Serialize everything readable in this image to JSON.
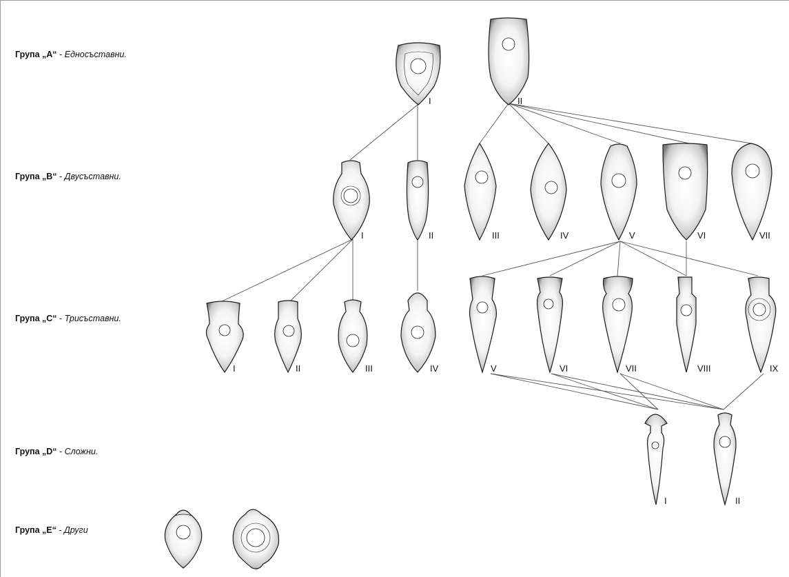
{
  "groups": {
    "a": {
      "name": "Група „A“",
      "sep": " - ",
      "desc": "Едносъставни."
    },
    "b": {
      "name": "Група „B“",
      "sep": " - ",
      "desc": "Двусъставни."
    },
    "c": {
      "name": "Група „C“",
      "sep": " - ",
      "desc": "Трисъставни."
    },
    "d": {
      "name": "Група „D“",
      "sep": " - ",
      "desc": "Сложни."
    },
    "e": {
      "name": "Група „E“",
      "sep": " - ",
      "desc": "Други"
    }
  },
  "type_labels": {
    "a1": "I",
    "a2": "II",
    "b1": "I",
    "b2": "II",
    "b3": "III",
    "b4": "IV",
    "b5": "V",
    "b6": "VI",
    "b7": "VII",
    "c1": "I",
    "c2": "II",
    "c3": "III",
    "c4": "IV",
    "c5": "V",
    "c6": "VI",
    "c7": "VII",
    "c8": "VIII",
    "c9": "IX",
    "d1": "I",
    "d2": "II"
  },
  "colors": {
    "ink": "#1a1a1a",
    "line": "#555555",
    "frame": "#9a9a9a"
  }
}
